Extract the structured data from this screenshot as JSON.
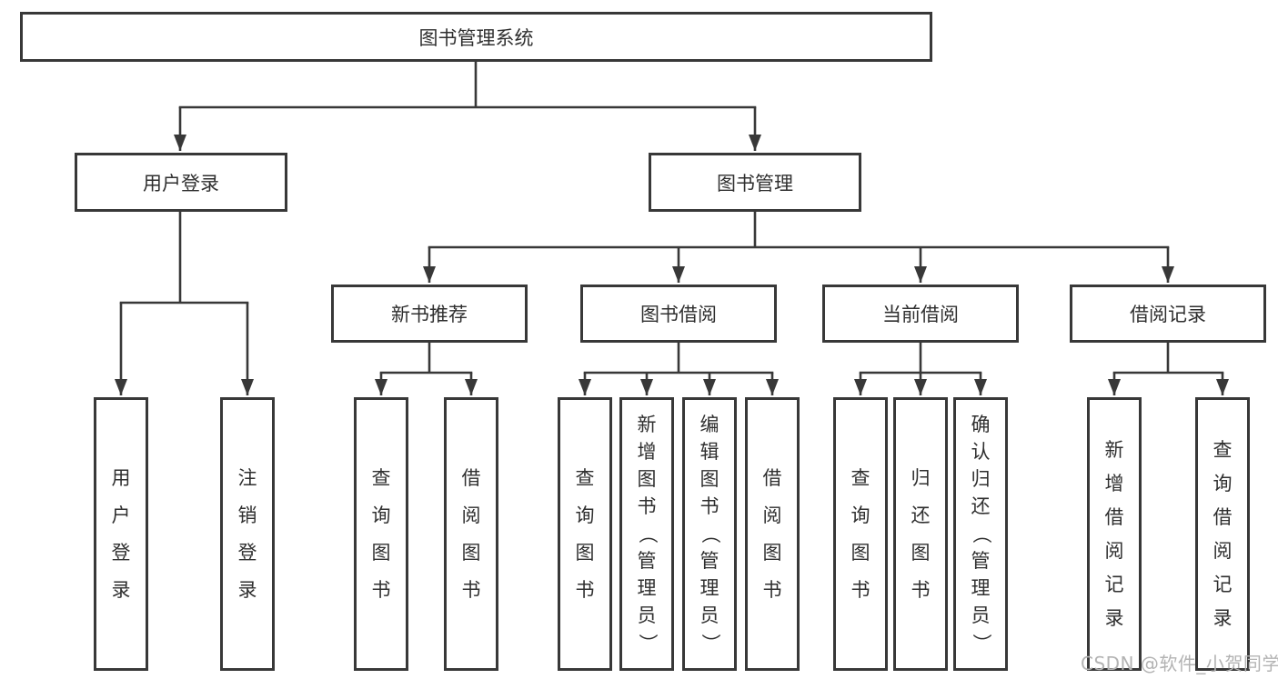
{
  "colors": {
    "line": "#383838",
    "text": "#2f2f2f",
    "box_background": "#ffffff",
    "watermark": "#b3b3b3"
  },
  "nodes": {
    "root": "图书管理系统",
    "user_login": "用户登录",
    "book_management": "图书管理",
    "new_book_recommend": "新书推荐",
    "book_borrowing": "图书借阅",
    "current_borrowing": "当前借阅",
    "borrowing_records": "借阅记录",
    "leaf_user_login": "用户登录",
    "leaf_logout": "注销登录",
    "leaf_query_books_recommend": "查询图书",
    "leaf_borrow_books_recommend": "借阅图书",
    "leaf_query_books_borrowing": "查询图书",
    "leaf_add_books_admin": "新增图书（管理员）",
    "leaf_edit_books_admin": "编辑图书（管理员）",
    "leaf_borrow_books_borrowing": "借阅图书",
    "leaf_query_books_current": "查询图书",
    "leaf_return_books": "归还图书",
    "leaf_confirm_return_admin": "确认归还（管理员）",
    "leaf_add_borrow_record": "新增借阅记录",
    "leaf_query_borrow_record": "查询借阅记录"
  },
  "hierarchy": {
    "图书管理系统": {
      "用户登录": [
        "用户登录",
        "注销登录"
      ],
      "图书管理": {
        "新书推荐": [
          "查询图书",
          "借阅图书"
        ],
        "图书借阅": [
          "查询图书",
          "新增图书（管理员）",
          "编辑图书（管理员）",
          "借阅图书"
        ],
        "当前借阅": [
          "查询图书",
          "归还图书",
          "确认归还（管理员）"
        ],
        "借阅记录": [
          "新增借阅记录",
          "查询借阅记录"
        ]
      }
    }
  },
  "watermark": {
    "text": "CSDN @软件_小贺同学"
  }
}
